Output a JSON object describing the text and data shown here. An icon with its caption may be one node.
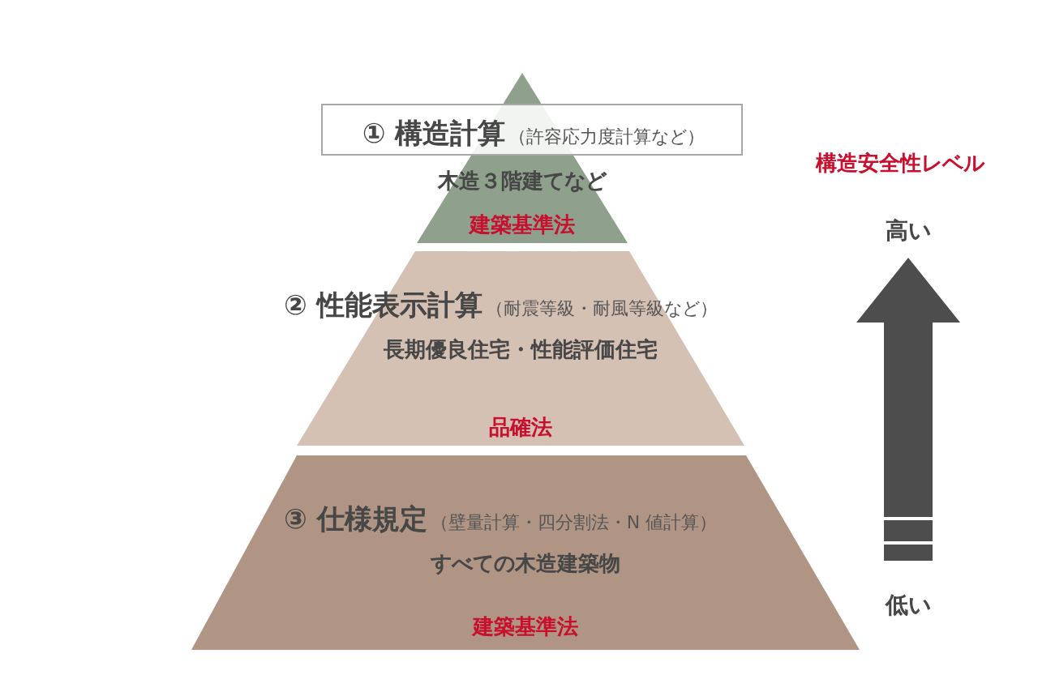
{
  "diagram": {
    "nodes": [
      {
        "text": [
          "① 構造計算",
          "（許容応力度計算など）"
        ]
      },
      {
        "text": [
          "木造３階建てなど",
          "建築基準法"
        ]
      },
      {
        "text": [
          "② 性能表示計算",
          "（耐震等級・耐風等級など）",
          "長期優良住宅・性能評価住宅",
          "品確法"
        ]
      },
      {
        "text": [
          "③ 仕様規定",
          "（壁量計算・四分割法・N 値計算）",
          "すべての木造建築物",
          "建築基準法"
        ]
      }
    ],
    "edges": [],
    "labels": [
      "構造安全性レベル",
      "高い",
      "低い"
    ]
  }
}
